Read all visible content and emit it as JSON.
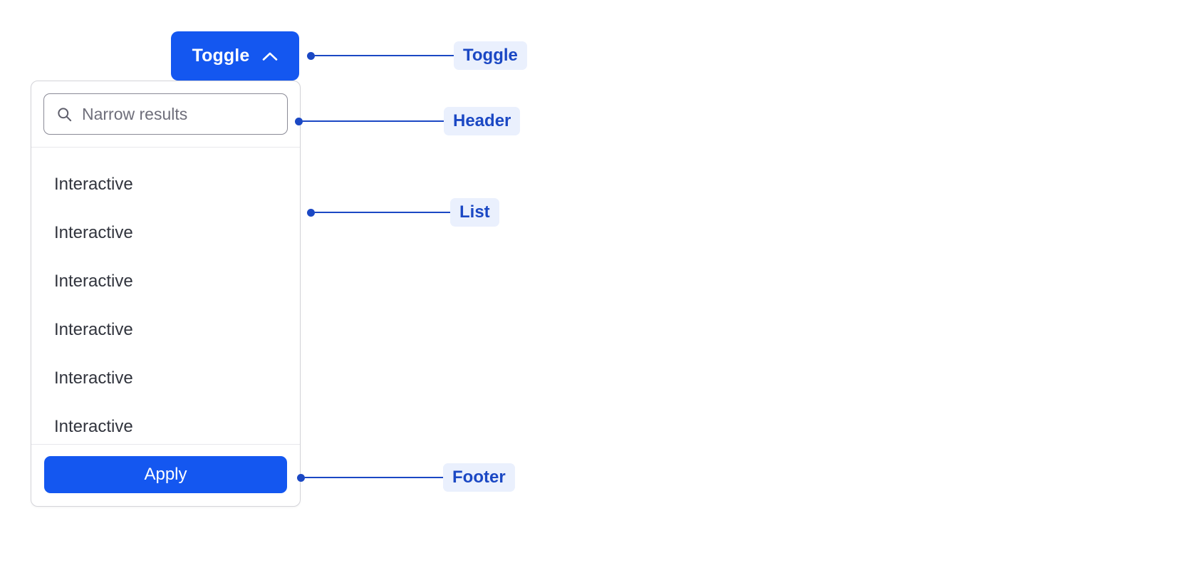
{
  "toggle": {
    "label": "Toggle",
    "icon": "chevron-up-icon",
    "expanded": true,
    "background_color": "#1457F0",
    "text_color": "#FFFFFF"
  },
  "panel": {
    "header": {
      "search": {
        "icon": "search-icon",
        "placeholder": "Narrow results",
        "value": ""
      }
    },
    "list": {
      "items": [
        {
          "label": "Interactive"
        },
        {
          "label": "Interactive"
        },
        {
          "label": "Interactive"
        },
        {
          "label": "Interactive"
        },
        {
          "label": "Interactive"
        },
        {
          "label": "Interactive"
        }
      ]
    },
    "footer": {
      "apply_label": "Apply",
      "apply_background_color": "#1457F0",
      "apply_text_color": "#FFFFFF"
    },
    "border_color": "#D4D4D9",
    "background_color": "#FFFFFF"
  },
  "annotations": {
    "accent_color": "#1B48C4",
    "pill_background_color": "#EAF0FD",
    "items": [
      {
        "label": "Toggle"
      },
      {
        "label": "Header"
      },
      {
        "label": "List"
      },
      {
        "label": "Footer"
      }
    ]
  }
}
